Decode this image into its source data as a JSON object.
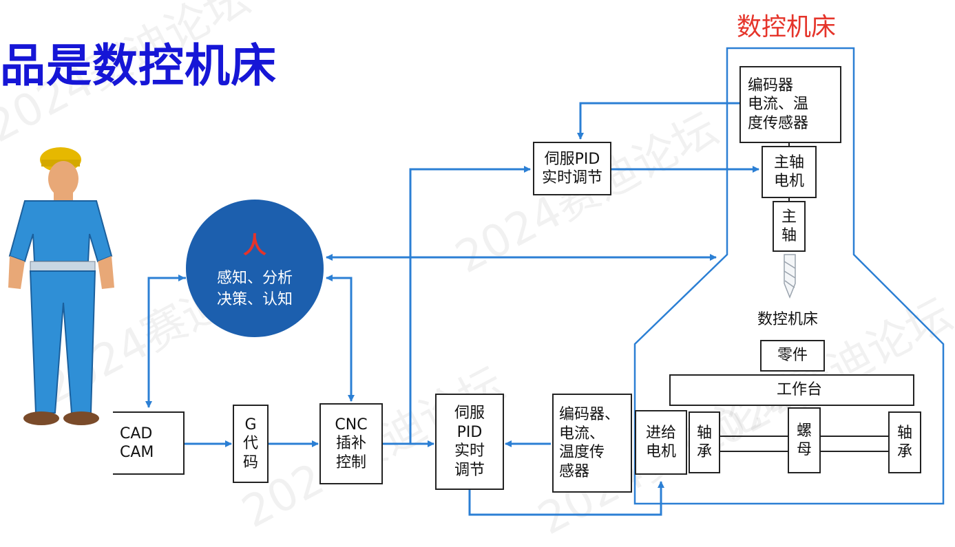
{
  "page": {
    "title": "品是数控机床"
  },
  "machine": {
    "title": "数控机床",
    "inner_label": "数控机床"
  },
  "person": {
    "title": "人",
    "text": "感知、分析\n决策、认知"
  },
  "boxes": {
    "cad_cam": "CAD\nCAM",
    "g_code": "G\n代\n码",
    "cnc": "CNC\n插补\n控制",
    "servo_pid_bottom": "伺服\nPID\n实时\n调节",
    "sensor_bottom": "编码器、\n电流、\n温度传\n感器",
    "feed_motor": "进给\n电机",
    "bearing_left": "轴\n承",
    "nut": "螺\n母",
    "bearing_right": "轴\n承",
    "table": "工作台",
    "part": "零件",
    "spindle": "主\n轴",
    "spindle_motor": "主轴\n电机",
    "sensor_top": "编码器\n电流、温\n度传感器",
    "servo_pid_top": "伺服PID\n实时调节"
  },
  "watermark": "2024赛迪论坛",
  "colors": {
    "title": "#1616d6",
    "accent": "#e5342a",
    "arrow": "#2b7fd4",
    "circle": "#1c5fae"
  }
}
